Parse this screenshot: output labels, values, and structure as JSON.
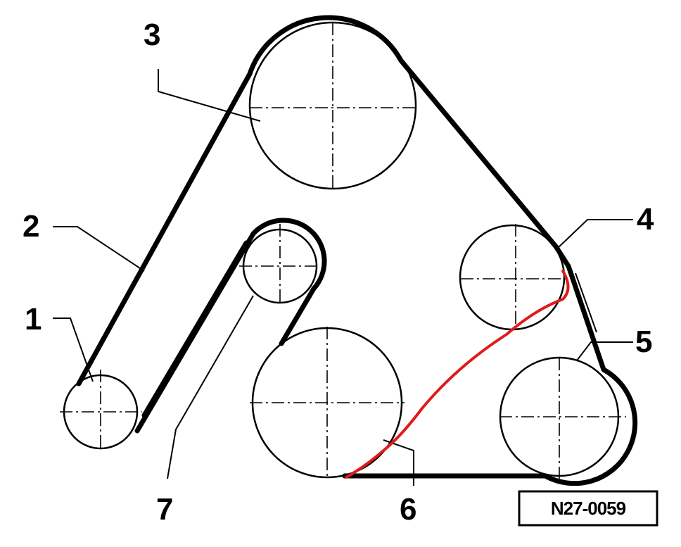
{
  "diagram": {
    "callouts": [
      {
        "id": "1",
        "label": "1"
      },
      {
        "id": "2",
        "label": "2"
      },
      {
        "id": "3",
        "label": "3"
      },
      {
        "id": "4",
        "label": "4"
      },
      {
        "id": "5",
        "label": "5"
      },
      {
        "id": "6",
        "label": "6"
      },
      {
        "id": "7",
        "label": "7"
      }
    ],
    "figure_code": "N27-0059",
    "colors": {
      "line": "#000000",
      "annotation": "#e01a1a",
      "background": "#ffffff"
    }
  }
}
